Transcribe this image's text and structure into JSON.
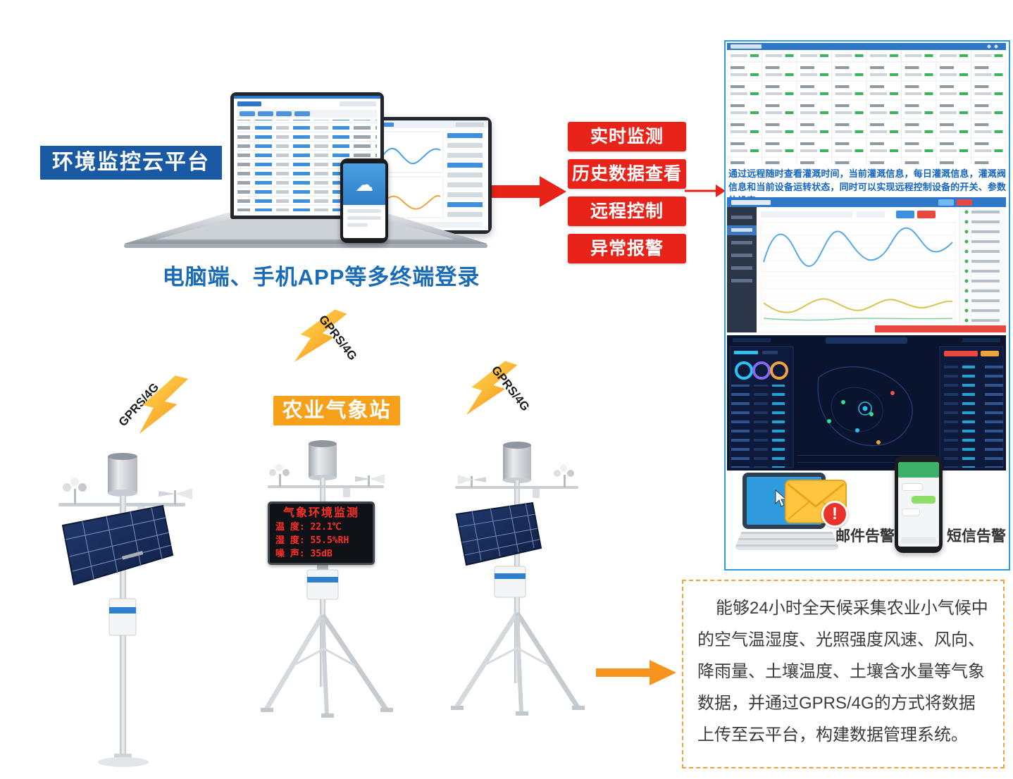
{
  "platform_label": "环境监控云平台",
  "devices_caption": "电脑端、手机APP等多终端登录",
  "features": [
    "实时监测",
    "历史数据查看",
    "远程控制",
    "异常报警"
  ],
  "gprs_labels": [
    "GPRS/4G",
    "GPRS/4G",
    "GPRS/4G"
  ],
  "station_label": "农业气象站",
  "led_display": {
    "title": "气象环境监测",
    "rows": [
      "温 度: 22.1℃",
      "湿 度: 55.5%RH",
      "噪 声: 35dB"
    ]
  },
  "cloud_panel": {
    "description": "通过远程随时查看灌溉时间，当前灌溉信息，每日灌溉信息，灌溉阀信息和当前设备运转状态，同时可以实现远程控制设备的开关、参数的设定。",
    "email_alert_label": "邮件告警",
    "sms_alert_label": "短信告警"
  },
  "note_lines": [
    "能够24小时全天候采集农业小气候中",
    "的空气温湿度、光照强度风速、风向、",
    "降雨量、土壤温度、土壤含水量等气象",
    "数据，并通过GPRS/4G的方式将数据",
    "上传至云平台，构建数据管理系统。"
  ],
  "icons": {
    "exclamation": "!",
    "cloud": "☁"
  },
  "colors": {
    "primary_blue": "#1a6bb8",
    "label_blue": "#1a5aa5",
    "alert_red": "#e8231a",
    "accent_orange": "#f7a11a",
    "panel_border_blue": "#2e9be5",
    "led_red": "#ff3026"
  }
}
